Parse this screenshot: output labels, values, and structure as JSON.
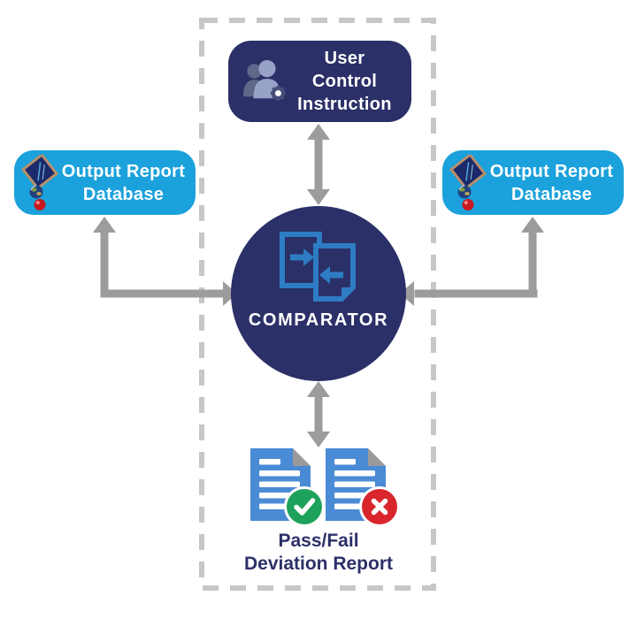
{
  "colors": {
    "navy": "#2b3068",
    "light_blue": "#1ba1db",
    "arrow_gray": "#9c9c9c",
    "dash_gray": "#c7c7c7",
    "doc_blue": "#4a8bd5",
    "fold_gray": "#9a9a9a",
    "pass_green": "#1ea25b",
    "fail_red": "#d8262c",
    "icon_blue": "#2e7cc3"
  },
  "icons": {
    "top_node": "users-gear-icon",
    "side_nodes": "report-database-icon",
    "center_node": "compare-documents-icon",
    "bottom_left": "document-check-icon",
    "bottom_right": "document-x-icon"
  },
  "nodes": {
    "user_control_instruction": {
      "line1": "User Control",
      "line2": "Instruction"
    },
    "output_report_database_left": {
      "line1": "Output Report",
      "line2": "Database"
    },
    "output_report_database_right": {
      "line1": "Output Report",
      "line2": "Database"
    },
    "comparator": {
      "label": "COMPARATOR"
    },
    "pass_fail_report": {
      "line1": "Pass/Fail",
      "line2": "Deviation Report"
    }
  }
}
